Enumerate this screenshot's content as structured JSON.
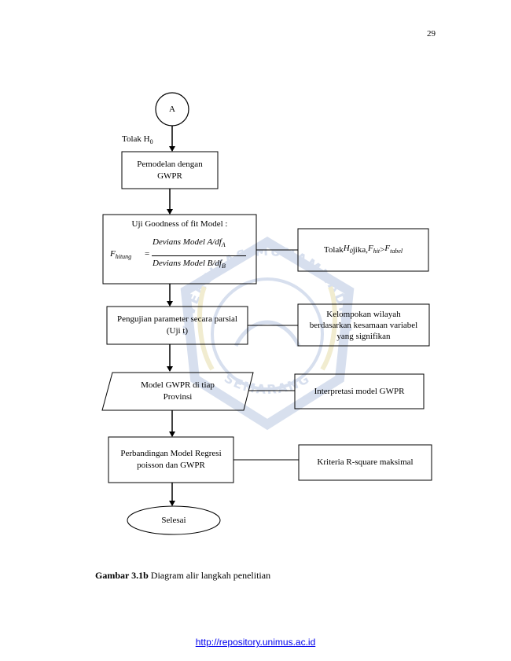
{
  "page": {
    "number": "29"
  },
  "flowchart": {
    "connector_a": "A",
    "reject_label_prefix": "Tolak H",
    "reject_label_sub": "0",
    "steps": {
      "gwpr_modeling_line1": "Pemodelan dengan",
      "gwpr_modeling_line2": "GWPR",
      "goodness_title": "Uji Goodness of fit Model :",
      "formula": {
        "lhs": "F",
        "lhs_sub": "hitung",
        "eq": "=",
        "num_text": "Devians Model A",
        "num_df": "/df",
        "num_df_sub": "A",
        "den_text": "Devians Model B",
        "den_df": "/df",
        "den_df_sub": "B"
      },
      "partial_test_line1": "Pengujian parameter secara parsial",
      "partial_test_line2": "(Uji t)",
      "model_line1": "Model GWPR di tiap",
      "model_line2": "Provinsi",
      "comparison_line1": "Perbandingan Model Regresi",
      "comparison_line2": "poisson dan GWPR",
      "end": "Selesai"
    },
    "notes": {
      "reject_rule_prefix": "Tolak ",
      "reject_rule_h": "H",
      "reject_rule_h_sub": "0",
      "reject_rule_mid": " jika, ",
      "reject_rule_f1": "F",
      "reject_rule_f1_sub": "hit",
      "reject_rule_gt": " > ",
      "reject_rule_f2": "F",
      "reject_rule_f2_sub": "tabel",
      "grouping_line1": "Kelompokan wilayah",
      "grouping_line2": "berdasarkan kesamaan variabel",
      "grouping_line3": "yang signifikan",
      "interpretation": "Interpretasi model GWPR",
      "criteria": "Kriteria R-square maksimal"
    }
  },
  "caption": {
    "label": "Gambar 3.1b",
    "text": " Diagram alir langkah penelitian"
  },
  "watermark": {
    "text_top": "UNIVERSITAS MUHAMMADIYAH",
    "text_bottom": "SEMARANG",
    "color": "#8fa6cf"
  },
  "footer": {
    "link": "http://repository.unimus.ac.id"
  }
}
